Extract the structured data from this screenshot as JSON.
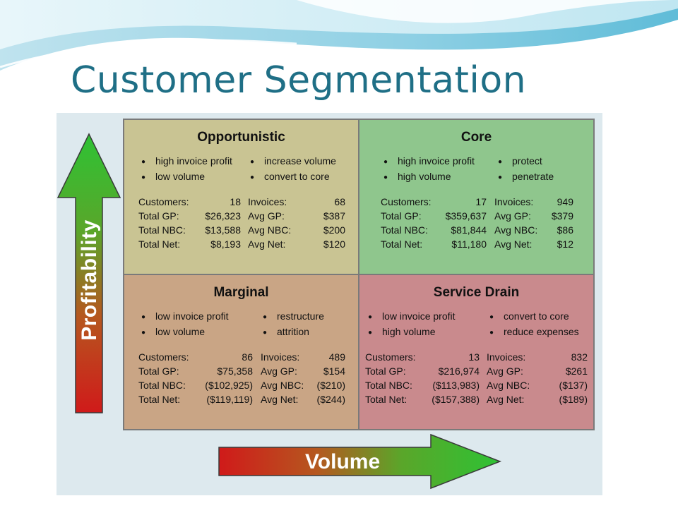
{
  "slide": {
    "title": "Customer Segmentation"
  },
  "axes": {
    "y_label": "Profitability",
    "x_label": "Volume"
  },
  "colors": {
    "title": "#1f6f86",
    "arrow_high": "#2ec234",
    "arrow_low": "#d01a1a"
  },
  "quadrants": {
    "opportunistic": {
      "title": "Opportunistic",
      "bullets_left": [
        "high invoice profit",
        "low volume"
      ],
      "bullets_right": [
        "increase volume",
        "convert to core"
      ],
      "stats_left": [
        {
          "label": "Customers:",
          "value": "18"
        },
        {
          "label": "Total GP:",
          "value": "$26,323"
        },
        {
          "label": "Total NBC:",
          "value": "$13,588"
        },
        {
          "label": "Total Net:",
          "value": "$8,193"
        }
      ],
      "stats_right": [
        {
          "label": "Invoices:",
          "value": "68"
        },
        {
          "label": "Avg GP:",
          "value": "$387"
        },
        {
          "label": "Avg NBC:",
          "value": "$200"
        },
        {
          "label": "Avg Net:",
          "value": "$120"
        }
      ]
    },
    "core": {
      "title": "Core",
      "bullets_left": [
        "high invoice profit",
        "high volume"
      ],
      "bullets_right": [
        "protect",
        "penetrate"
      ],
      "stats_left": [
        {
          "label": "Customers:",
          "value": "17"
        },
        {
          "label": "Total GP:",
          "value": "$359,637"
        },
        {
          "label": "Total NBC:",
          "value": "$81,844"
        },
        {
          "label": "Total Net:",
          "value": "$11,180"
        }
      ],
      "stats_right": [
        {
          "label": "Invoices:",
          "value": "949"
        },
        {
          "label": "Avg GP:",
          "value": "$379"
        },
        {
          "label": "Avg NBC:",
          "value": "$86"
        },
        {
          "label": "Avg Net:",
          "value": "$12"
        }
      ]
    },
    "marginal": {
      "title": "Marginal",
      "bullets_left": [
        "low invoice profit",
        "low volume"
      ],
      "bullets_right": [
        "restructure",
        "attrition"
      ],
      "stats_left": [
        {
          "label": "Customers:",
          "value": "86"
        },
        {
          "label": "Total GP:",
          "value": "$75,358"
        },
        {
          "label": "Total NBC:",
          "value": "($102,925)"
        },
        {
          "label": "Total Net:",
          "value": "($119,119)"
        }
      ],
      "stats_right": [
        {
          "label": "Invoices:",
          "value": "489"
        },
        {
          "label": "Avg GP:",
          "value": "$154"
        },
        {
          "label": "Avg NBC:",
          "value": "($210)"
        },
        {
          "label": "Avg Net:",
          "value": "($244)"
        }
      ]
    },
    "service_drain": {
      "title": "Service Drain",
      "bullets_left": [
        "low invoice profit",
        "high volume"
      ],
      "bullets_right": [
        "convert to core",
        "reduce expenses"
      ],
      "stats_left": [
        {
          "label": "Customers:",
          "value": "13"
        },
        {
          "label": "Total GP:",
          "value": "$216,974"
        },
        {
          "label": "Total NBC:",
          "value": "($113,983)"
        },
        {
          "label": "Total Net:",
          "value": "($157,388)"
        }
      ],
      "stats_right": [
        {
          "label": "Invoices:",
          "value": "832"
        },
        {
          "label": "Avg GP:",
          "value": "$261"
        },
        {
          "label": "Avg NBC:",
          "value": "($137)"
        },
        {
          "label": "Avg Net:",
          "value": "($189)"
        }
      ]
    }
  }
}
